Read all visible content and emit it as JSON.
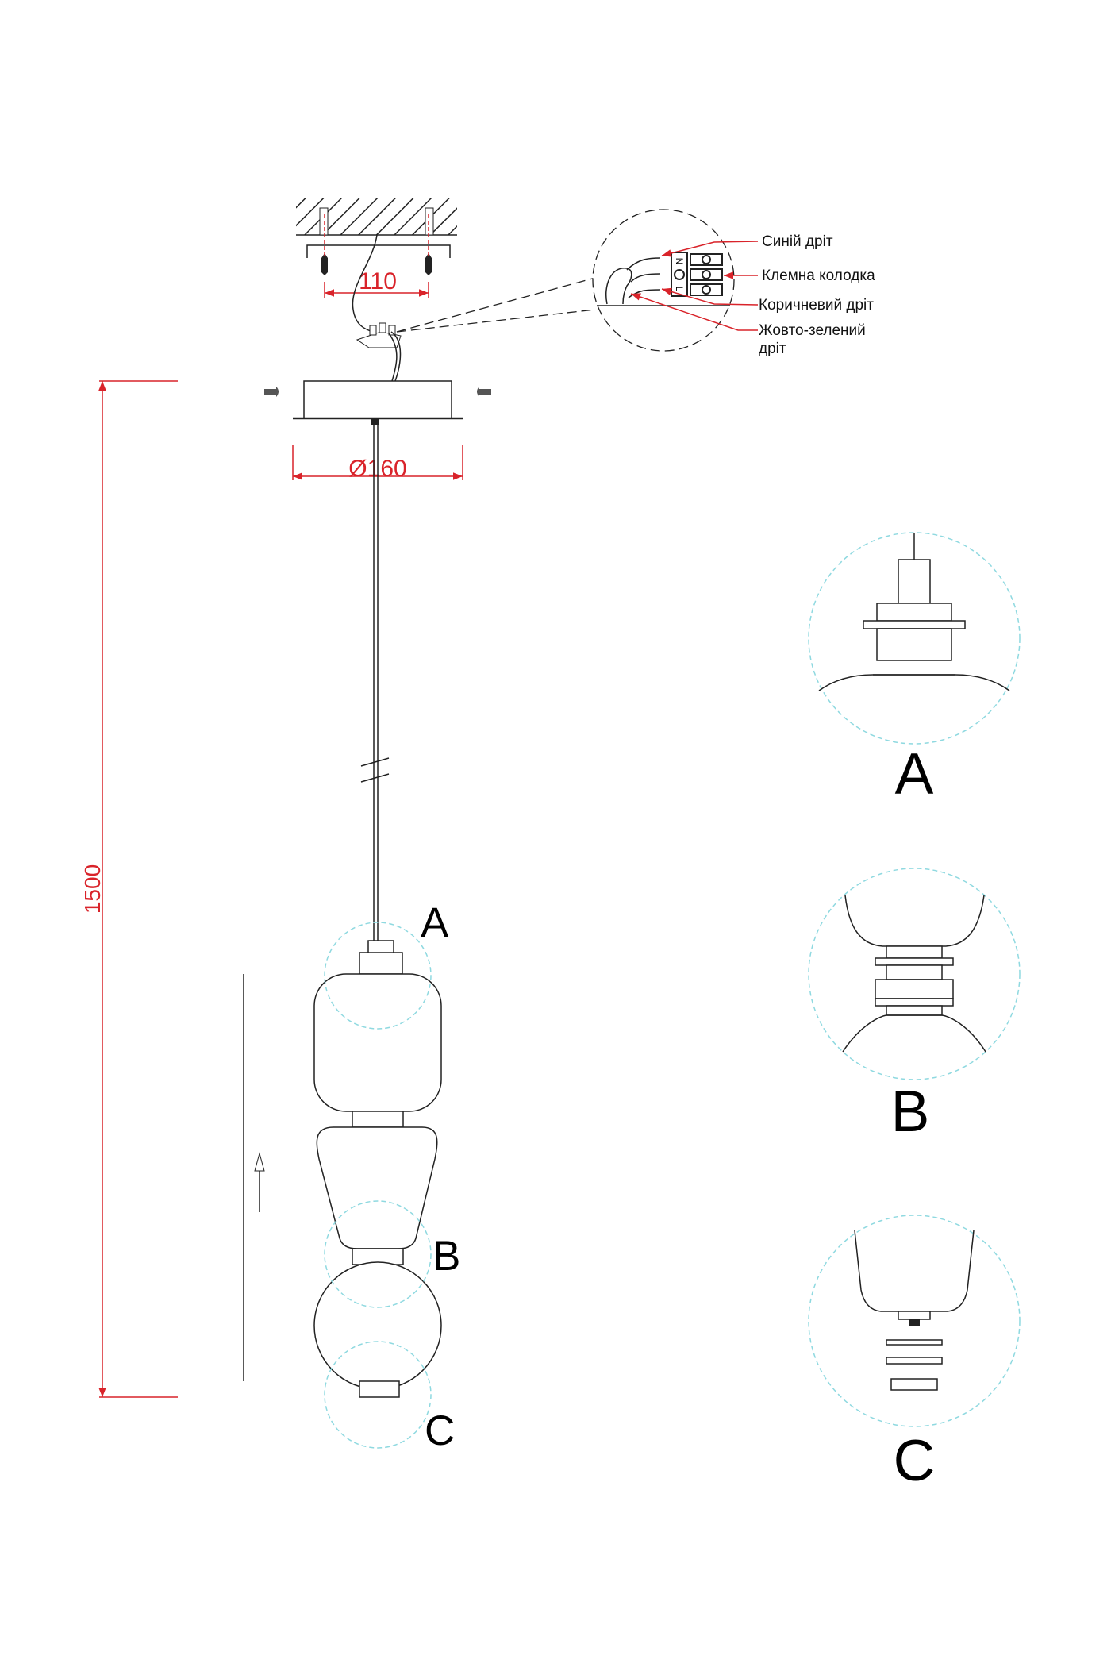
{
  "dimensions": {
    "mount_spacing": "110",
    "canopy_diameter": "Ø160",
    "total_height": "1500"
  },
  "wiring_labels": {
    "blue_wire": "Синій дріт",
    "terminal_block": "Клемна колодка",
    "brown_wire": "Коричневий дріт",
    "ground_wire_line1": "Жовто-зелений",
    "ground_wire_line2": "дріт"
  },
  "terminal_marks": {
    "neutral": "N",
    "live": "L"
  },
  "detail_labels": {
    "a": "A",
    "b": "B",
    "c": "C"
  },
  "colors": {
    "dimension": "#d9232a",
    "detail_circle": "#8fd9e0",
    "line": "#222222"
  }
}
